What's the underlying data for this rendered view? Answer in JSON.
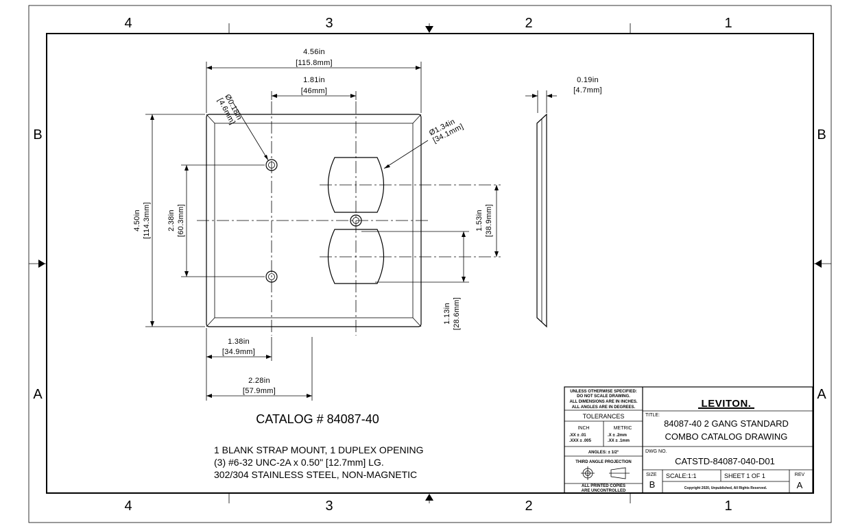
{
  "zones": {
    "top": [
      "4",
      "3",
      "2",
      "1"
    ],
    "bottom": [
      "4",
      "3",
      "2",
      "1"
    ],
    "left": [
      "B",
      "A"
    ],
    "right": [
      "B",
      "A"
    ]
  },
  "dimensions": {
    "overall_width": {
      "in": "4.56in",
      "mm": "[115.8mm]"
    },
    "center_spacing": {
      "in": "1.81in",
      "mm": "[46mm]"
    },
    "screw_hole_dia": {
      "in": "Ø0.18in",
      "mm": "[4.6mm]"
    },
    "outlet_dia": {
      "in": "Ø1.34in",
      "mm": "[34.1mm]"
    },
    "thickness": {
      "in": "0.19in",
      "mm": "[4.7mm]"
    },
    "overall_height": {
      "in": "4.50in",
      "mm": "[114.3mm]"
    },
    "screw_spacing": {
      "in": "2.38in",
      "mm": "[60.3mm]"
    },
    "outlet_spacing": {
      "in": "1.53in",
      "mm": "[38.9mm]"
    },
    "outlet_to_center": {
      "in": "1.13in",
      "mm": "[28.6mm]"
    },
    "blank_offset": {
      "in": "1.38in",
      "mm": "[34.9mm]"
    },
    "duplex_offset": {
      "in": "2.28in",
      "mm": "[57.9mm]"
    }
  },
  "catalog": {
    "title": "CATALOG # 84087-40",
    "notes": [
      "1 BLANK STRAP MOUNT, 1 DUPLEX OPENING",
      "(3) #6-32 UNC-2A x 0.50\" [12.7mm] LG.",
      "302/304 STAINLESS STEEL, NON-MAGNETIC"
    ]
  },
  "title_block": {
    "unless_lines": [
      "UNLESS OTHERWISE SPECIFIED:",
      "DO NOT SCALE DRAWING.",
      "ALL DIMENSIONS ARE IN INCHES.",
      "ALL ANGLES ARE IN DEGREES."
    ],
    "tolerances_label": "TOLERANCES",
    "inch_label": "INCH",
    "metric_label": "METRIC",
    "inch_tol": [
      ".XX   ± .01",
      ".XXX  ± .005"
    ],
    "metric_tol": [
      ".X   ± .2mm",
      ".XX  ± .1mm"
    ],
    "angles": "ANGLES: ± 1/2°",
    "projection": "THIRD ANGLE PROJECTION",
    "printed_copies": [
      "ALL PRINTED COPIES",
      "ARE UNCONTROLLED"
    ],
    "logo": "LEVITON.",
    "title_label": "TITLE:",
    "title_lines": [
      "84087-40 2 GANG STANDARD",
      "COMBO CATALOG DRAWING"
    ],
    "dwg_label": "DWG NO.",
    "dwg_no": "CATSTD-84087-040-D01",
    "size_label": "SIZE",
    "size": "B",
    "scale": "SCALE:1:1",
    "sheet": "SHEET 1 OF 1",
    "rev_label": "REV",
    "rev": "A",
    "copyright": "Copyright 2020, Unpublished, All Rights Reserved."
  }
}
